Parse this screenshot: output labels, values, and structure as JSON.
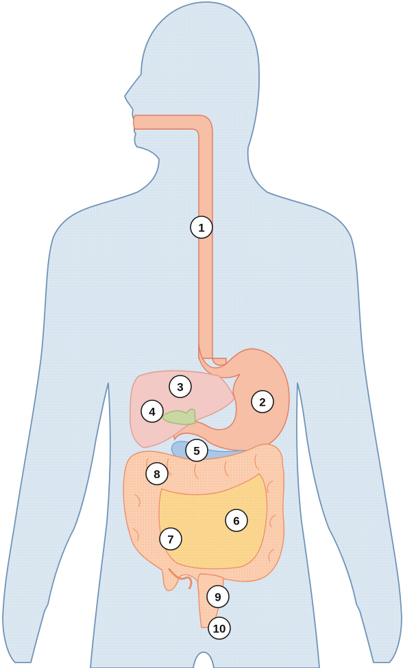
{
  "labels": [
    {
      "id": "esophagus",
      "number": "1"
    },
    {
      "id": "stomach",
      "number": "2"
    },
    {
      "id": "liver",
      "number": "3"
    },
    {
      "id": "gallbladder",
      "number": "4"
    },
    {
      "id": "pancreas",
      "number": "5"
    },
    {
      "id": "small-intestine",
      "number": "6"
    },
    {
      "id": "cecum",
      "number": "7"
    },
    {
      "id": "colon",
      "number": "8"
    },
    {
      "id": "rectum",
      "number": "9"
    },
    {
      "id": "anus",
      "number": "10"
    }
  ],
  "colors": {
    "body_fill": "#dde8f2",
    "body_outline": "#6f93b8",
    "tract_fill": "#f6bfa6",
    "tract_outline": "#e07a5f",
    "liver_fill": "#f2c9c4",
    "gallbladder_fill": "#c9d8a3",
    "pancreas_fill": "#a9c7e6",
    "small_intestine_fill": "#fbd488",
    "colon_fill": "#fac8a8"
  }
}
